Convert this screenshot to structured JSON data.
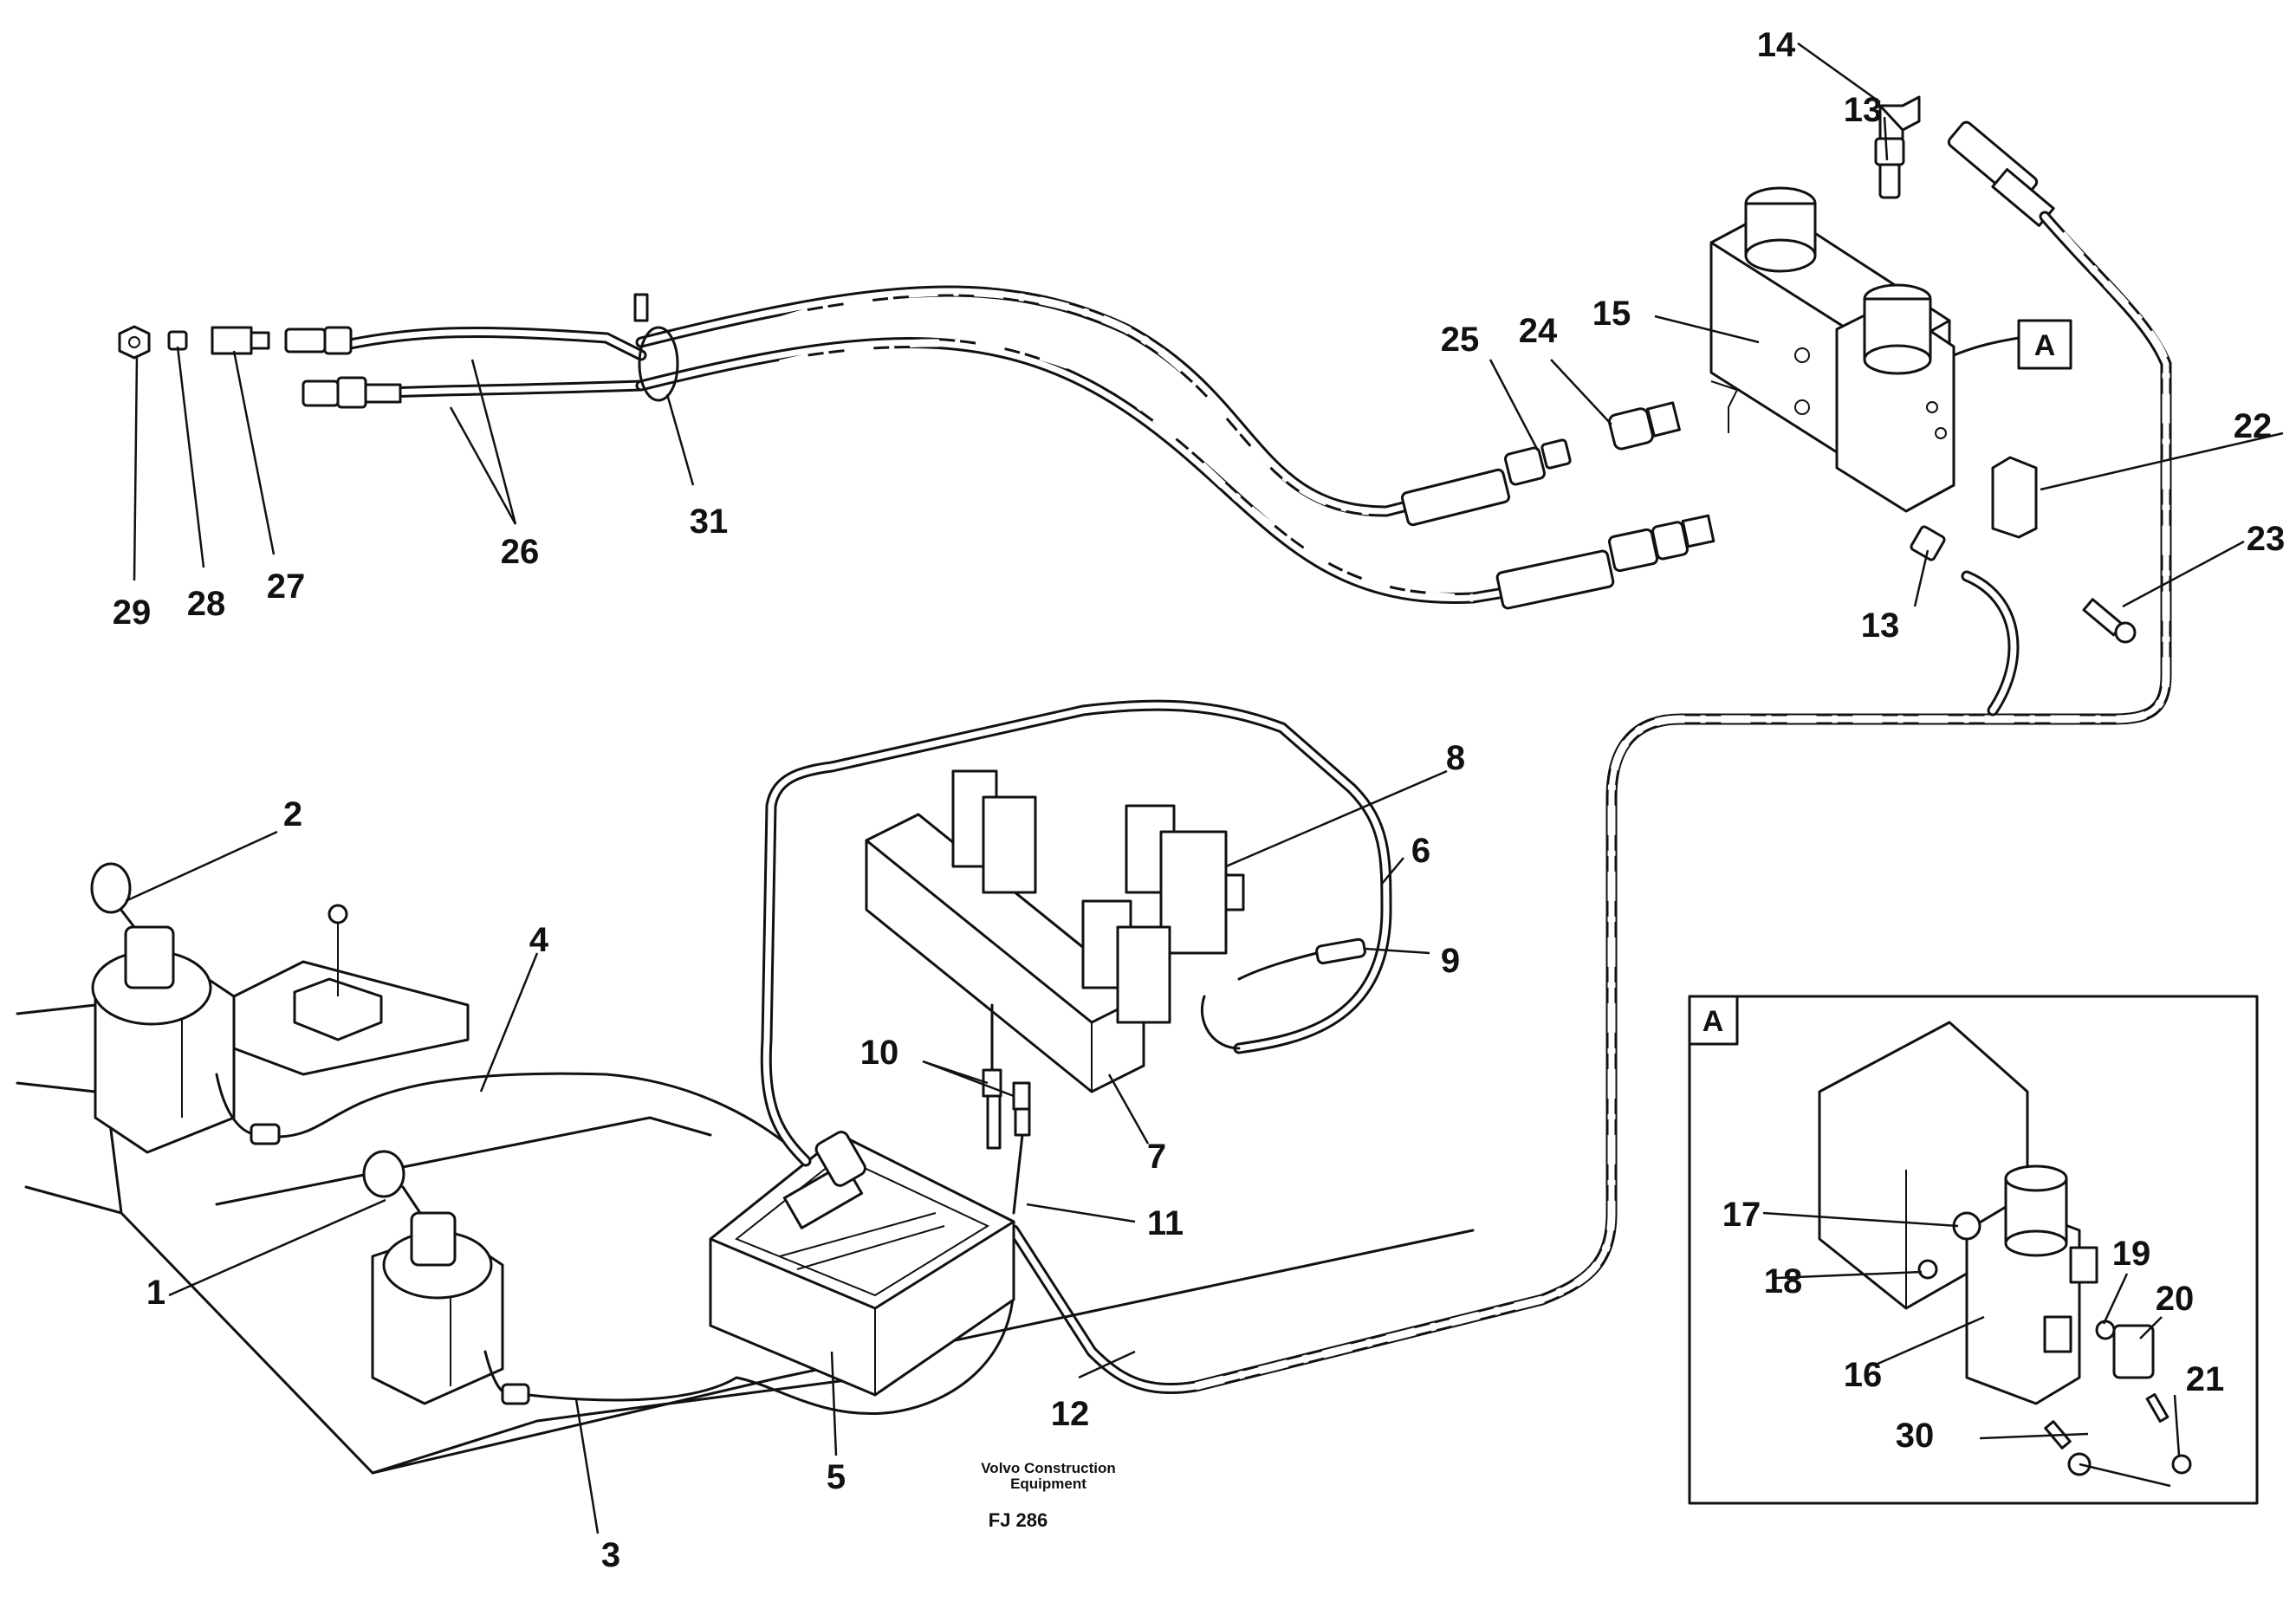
{
  "caption": {
    "manufacturer_line1": "Volvo Construction",
    "manufacturer_line2": "Equipment",
    "figure_code": "FJ 286"
  },
  "detail_box": {
    "label": "A"
  },
  "detail_ref": {
    "label": "A"
  },
  "callouts": {
    "c1": "1",
    "c2": "2",
    "c3": "3",
    "c4": "4",
    "c5": "5",
    "c6": "6",
    "c7": "7",
    "c8": "8",
    "c9": "9",
    "c10": "10",
    "c11": "11",
    "c12": "12",
    "c13a": "13",
    "c13b": "13",
    "c14": "14",
    "c15": "15",
    "c16": "16",
    "c17": "17",
    "c18": "18",
    "c19": "19",
    "c20": "20",
    "c21": "21",
    "c22": "22",
    "c23": "23",
    "c24": "24",
    "c25": "25",
    "c26": "26",
    "c27": "27",
    "c28": "28",
    "c29": "29",
    "c30": "30",
    "c31": "31"
  }
}
